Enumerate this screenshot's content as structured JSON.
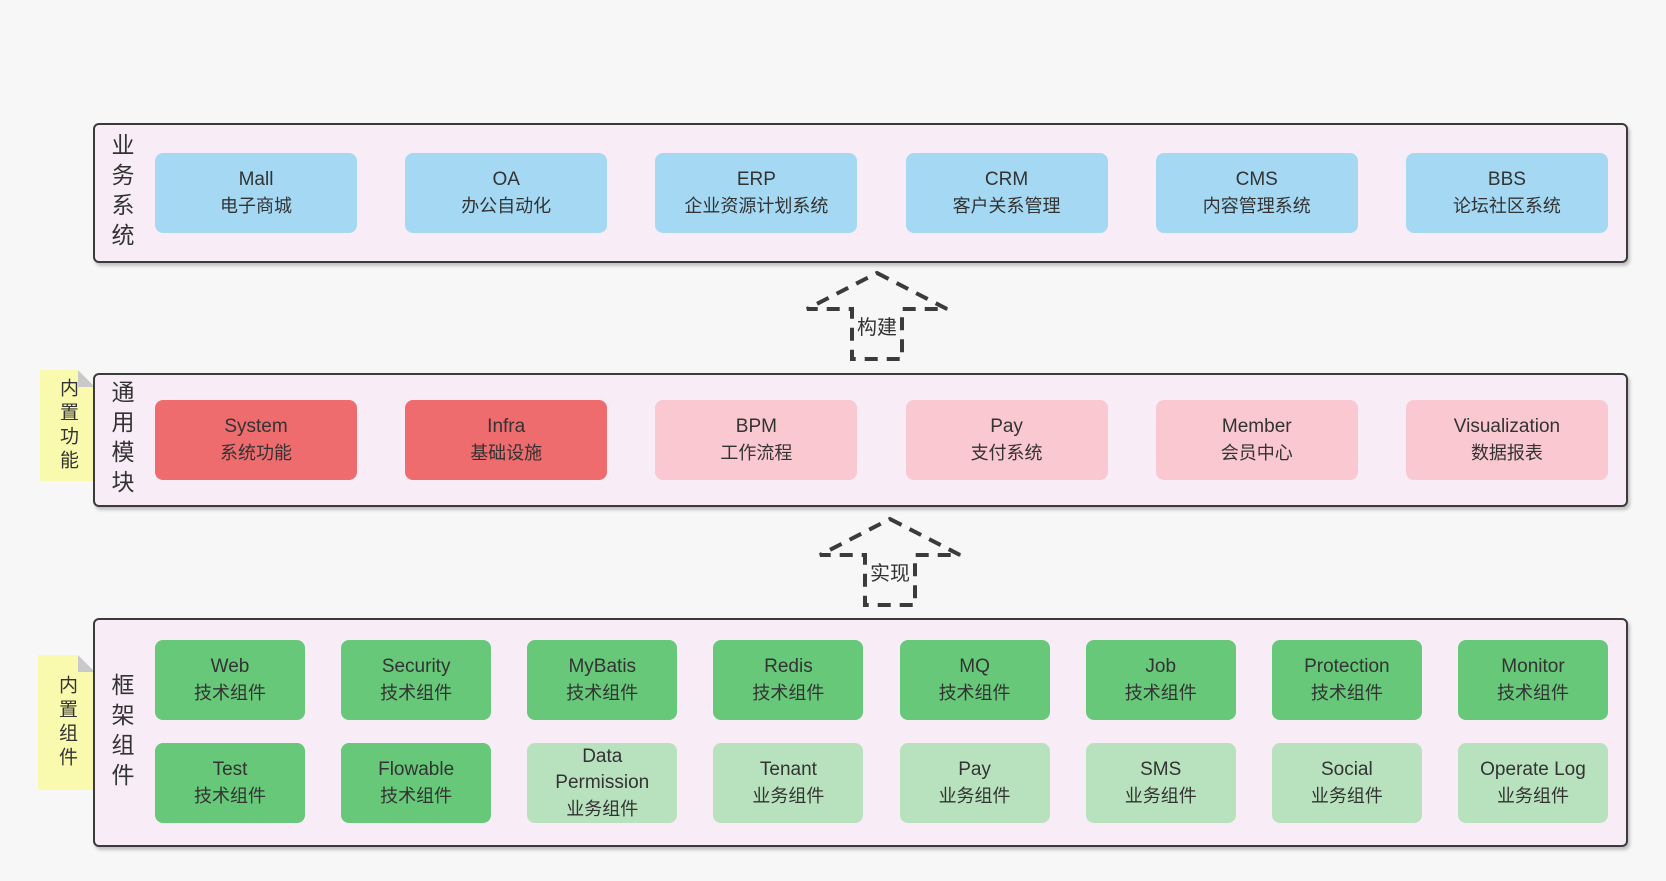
{
  "colors": {
    "pagebg": "#f7f7f7",
    "bandbg": "#f8edf6",
    "border": "#3b3b3b",
    "blue": "#a5d9f3",
    "red": "#ee6b6e",
    "pink": "#f9c8d0",
    "green": "#66c878",
    "lightgreen": "#b8e2be",
    "yellow": "#fafaae",
    "fold": "#c9c9c9",
    "text": "#333333"
  },
  "arrows": [
    {
      "label": "构建"
    },
    {
      "label": "实现"
    }
  ],
  "bands": [
    {
      "label": "业务系统",
      "boxes": [
        {
          "en": "Mall",
          "zh": "电子商城"
        },
        {
          "en": "OA",
          "zh": "办公自动化"
        },
        {
          "en": "ERP",
          "zh": "企业资源计划系统"
        },
        {
          "en": "CRM",
          "zh": "客户关系管理"
        },
        {
          "en": "CMS",
          "zh": "内容管理系统"
        },
        {
          "en": "BBS",
          "zh": "论坛社区系统"
        }
      ]
    },
    {
      "label": "通用模块",
      "note": "内置功能",
      "boxes": [
        {
          "en": "System",
          "zh": "系统功能"
        },
        {
          "en": "Infra",
          "zh": "基础设施"
        },
        {
          "en": "BPM",
          "zh": "工作流程"
        },
        {
          "en": "Pay",
          "zh": "支付系统"
        },
        {
          "en": "Member",
          "zh": "会员中心"
        },
        {
          "en": "Visualization",
          "zh": "数据报表"
        }
      ]
    },
    {
      "label": "框架组件",
      "note": "内置组件",
      "rows": [
        [
          {
            "en": "Web",
            "zh": "技术组件"
          },
          {
            "en": "Security",
            "zh": "技术组件"
          },
          {
            "en": "MyBatis",
            "zh": "技术组件"
          },
          {
            "en": "Redis",
            "zh": "技术组件"
          },
          {
            "en": "MQ",
            "zh": "技术组件"
          },
          {
            "en": "Job",
            "zh": "技术组件"
          },
          {
            "en": "Protection",
            "zh": "技术组件"
          },
          {
            "en": "Monitor",
            "zh": "技术组件"
          }
        ],
        [
          {
            "en": "Test",
            "zh": "技术组件"
          },
          {
            "en": "Flowable",
            "zh": "技术组件"
          },
          {
            "en": "Data Permission",
            "zh": "业务组件"
          },
          {
            "en": "Tenant",
            "zh": "业务组件"
          },
          {
            "en": "Pay",
            "zh": "业务组件"
          },
          {
            "en": "SMS",
            "zh": "业务组件"
          },
          {
            "en": "Social",
            "zh": "业务组件"
          },
          {
            "en": "Operate Log",
            "zh": "业务组件"
          }
        ]
      ]
    }
  ]
}
